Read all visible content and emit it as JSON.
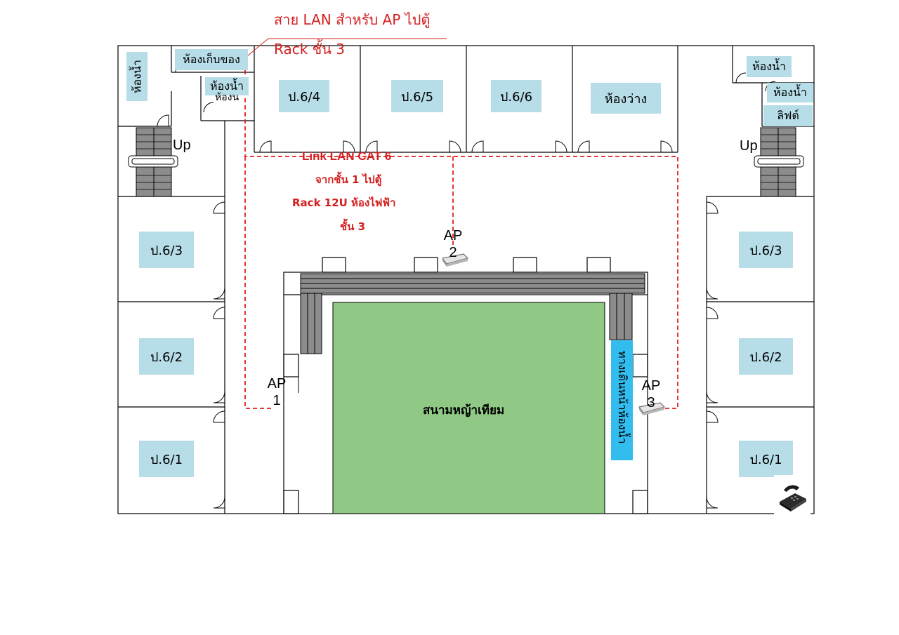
{
  "annotations": {
    "ap_cable_line1": "สาย LAN สำหรับ AP ไปตู้",
    "ap_cable_line2": "Rack ชั้น 3",
    "link_line1": "Link LAN CAT 6",
    "link_line2": "จากชั้น 1 ไปตู้",
    "link_line3": "Rack 12U ห้องไฟฟ้า",
    "link_line4": "ชั้น 3"
  },
  "rooms_top": [
    "ป.6/4",
    "ป.6/5",
    "ป.6/6",
    "ห้องว่าง"
  ],
  "rooms_left": [
    "ป.6/3",
    "ป.6/2",
    "ป.6/1"
  ],
  "rooms_right": [
    "ป.6/3",
    "ป.6/2",
    "ป.6/1"
  ],
  "small_rooms": {
    "storage": "ห้องเก็บของ",
    "toilet_left_top": "ห้องน้ำ",
    "toilet_left_back": "ห้องน",
    "toilet_left_vertical": "ห้องน้ำ",
    "toilet_right_1": "ห้องน้ำ",
    "toilet_right_2": "ห้องน้ำ",
    "lift": "ลิฟต์"
  },
  "stairs": {
    "left": "Up",
    "right": "Up"
  },
  "access_points": [
    {
      "label": "AP",
      "number": "1"
    },
    {
      "label": "AP",
      "number": "2"
    },
    {
      "label": "AP",
      "number": "3"
    }
  ],
  "courtyard": "สนามหญ้าเทียม",
  "corridor_vertical": "ทางเดินหน้าห้องน้ำ",
  "colors": {
    "room_label_bg": "#b7dde8",
    "field": "#8fc985",
    "corridor": "#33bdee",
    "cable": "#e02020",
    "stair": "#8c8c8c"
  },
  "icons": [
    "telephone-icon",
    "access-point-icon"
  ]
}
